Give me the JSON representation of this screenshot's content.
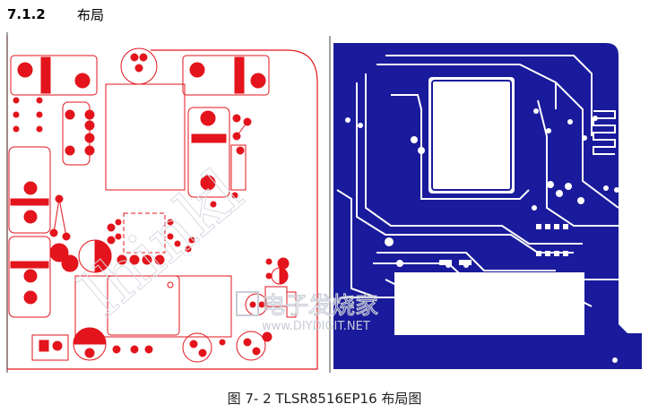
{
  "section": {
    "number": "7.1.2",
    "title": "布局"
  },
  "figure": {
    "caption": "图  7- 2 TLSR8516EP16 布局图",
    "watermark_lines": [
      "电子发烧家",
      "www.DIYDIGIT.NET"
    ],
    "watermark_side": "lhinkl"
  },
  "colors": {
    "top_layer": "#e3141c",
    "bottom_fill": "#1a1a9c",
    "board_outline": "#d21c1c",
    "watermark": "#c8ccd6"
  }
}
